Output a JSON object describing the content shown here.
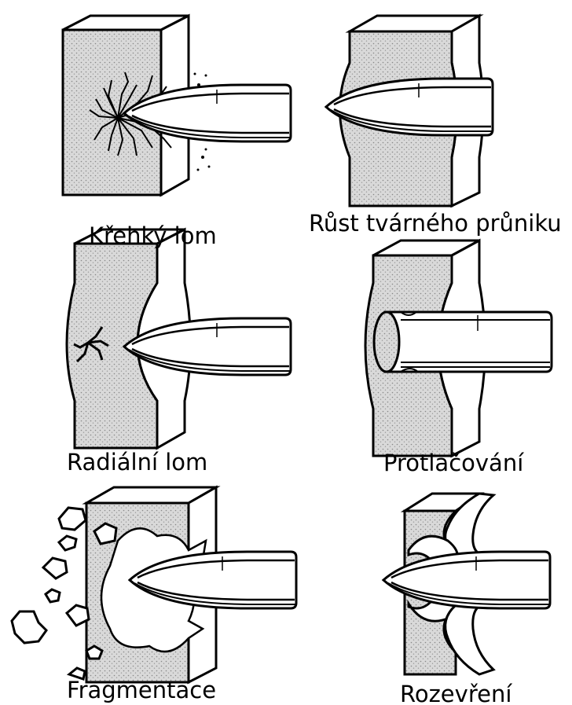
{
  "captions": {
    "brittle": "Křehký lom",
    "ductile": "Růst tvárného průniku",
    "radial": "Radiální lom",
    "plugging": "Protlačování",
    "fragmentation": "Fragmentace",
    "petalling": "Rozevření"
  },
  "colors": {
    "ink": "#000000",
    "plate": "#dcdcdc",
    "face": "#ffffff"
  }
}
